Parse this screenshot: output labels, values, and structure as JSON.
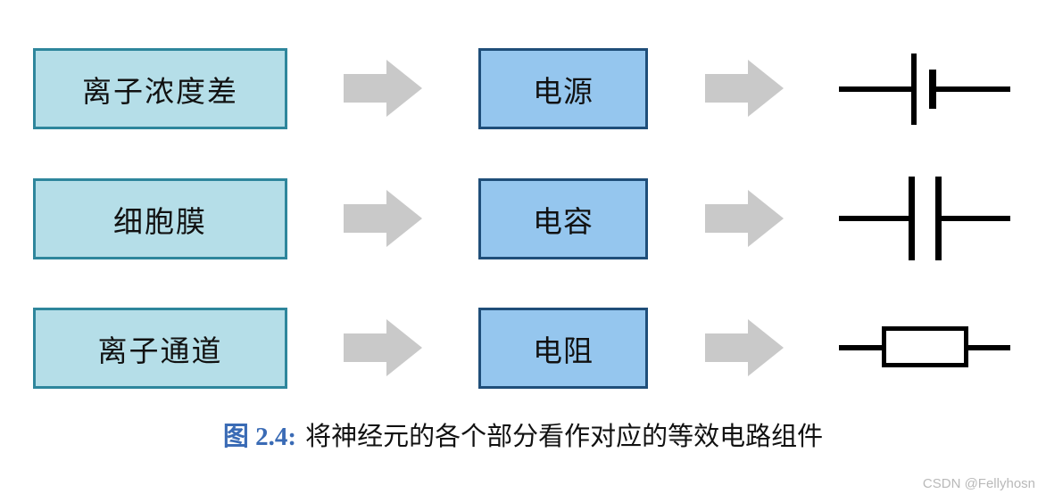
{
  "figure": {
    "rows": [
      {
        "part": "离子浓度差",
        "component": "电源",
        "symbol_icon": "battery-icon"
      },
      {
        "part": "细胞膜",
        "component": "电容",
        "symbol_icon": "capacitor-icon"
      },
      {
        "part": "离子通道",
        "component": "电阻",
        "symbol_icon": "resistor-icon"
      }
    ],
    "caption": {
      "label": "图 2.4:",
      "text": "将神经元的各个部分看作对应的等效电路组件"
    },
    "watermark": "CSDN @Fellyhosn",
    "colors": {
      "part_box_fill": "#b5dee8",
      "part_box_border": "#2e869c",
      "component_box_fill": "#95c6ee",
      "component_box_border": "#1f4e79",
      "arrow": "#c9c9c9",
      "caption_label": "#3a6bb5",
      "symbol_stroke": "#000000",
      "watermark": "#b9b9b9"
    }
  }
}
